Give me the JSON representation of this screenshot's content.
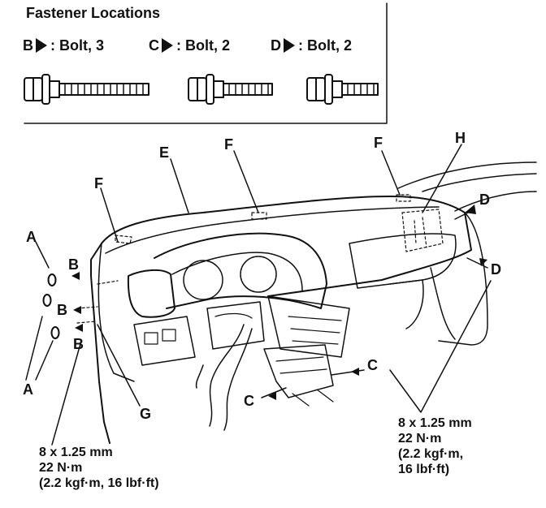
{
  "title": "Fastener Locations",
  "legend": [
    {
      "letter": "B",
      "text": ": Bolt, 3"
    },
    {
      "letter": "C",
      "text": ": Bolt, 2"
    },
    {
      "letter": "D",
      "text": ": Bolt, 2"
    }
  ],
  "callouts": {
    "A": "A",
    "B": "B",
    "C": "C",
    "D": "D",
    "E": "E",
    "F": "F",
    "G": "G",
    "H": "H"
  },
  "torque_left": {
    "line1": "8 x 1.25 mm",
    "line2": "22 N·m",
    "line3": "(2.2 kgf·m, 16 lbf·ft)"
  },
  "torque_right": {
    "line1": "8 x 1.25 mm",
    "line2": "22 N·m",
    "line3": "(2.2 kgf·m,",
    "line4": "16 lbf·ft)"
  }
}
